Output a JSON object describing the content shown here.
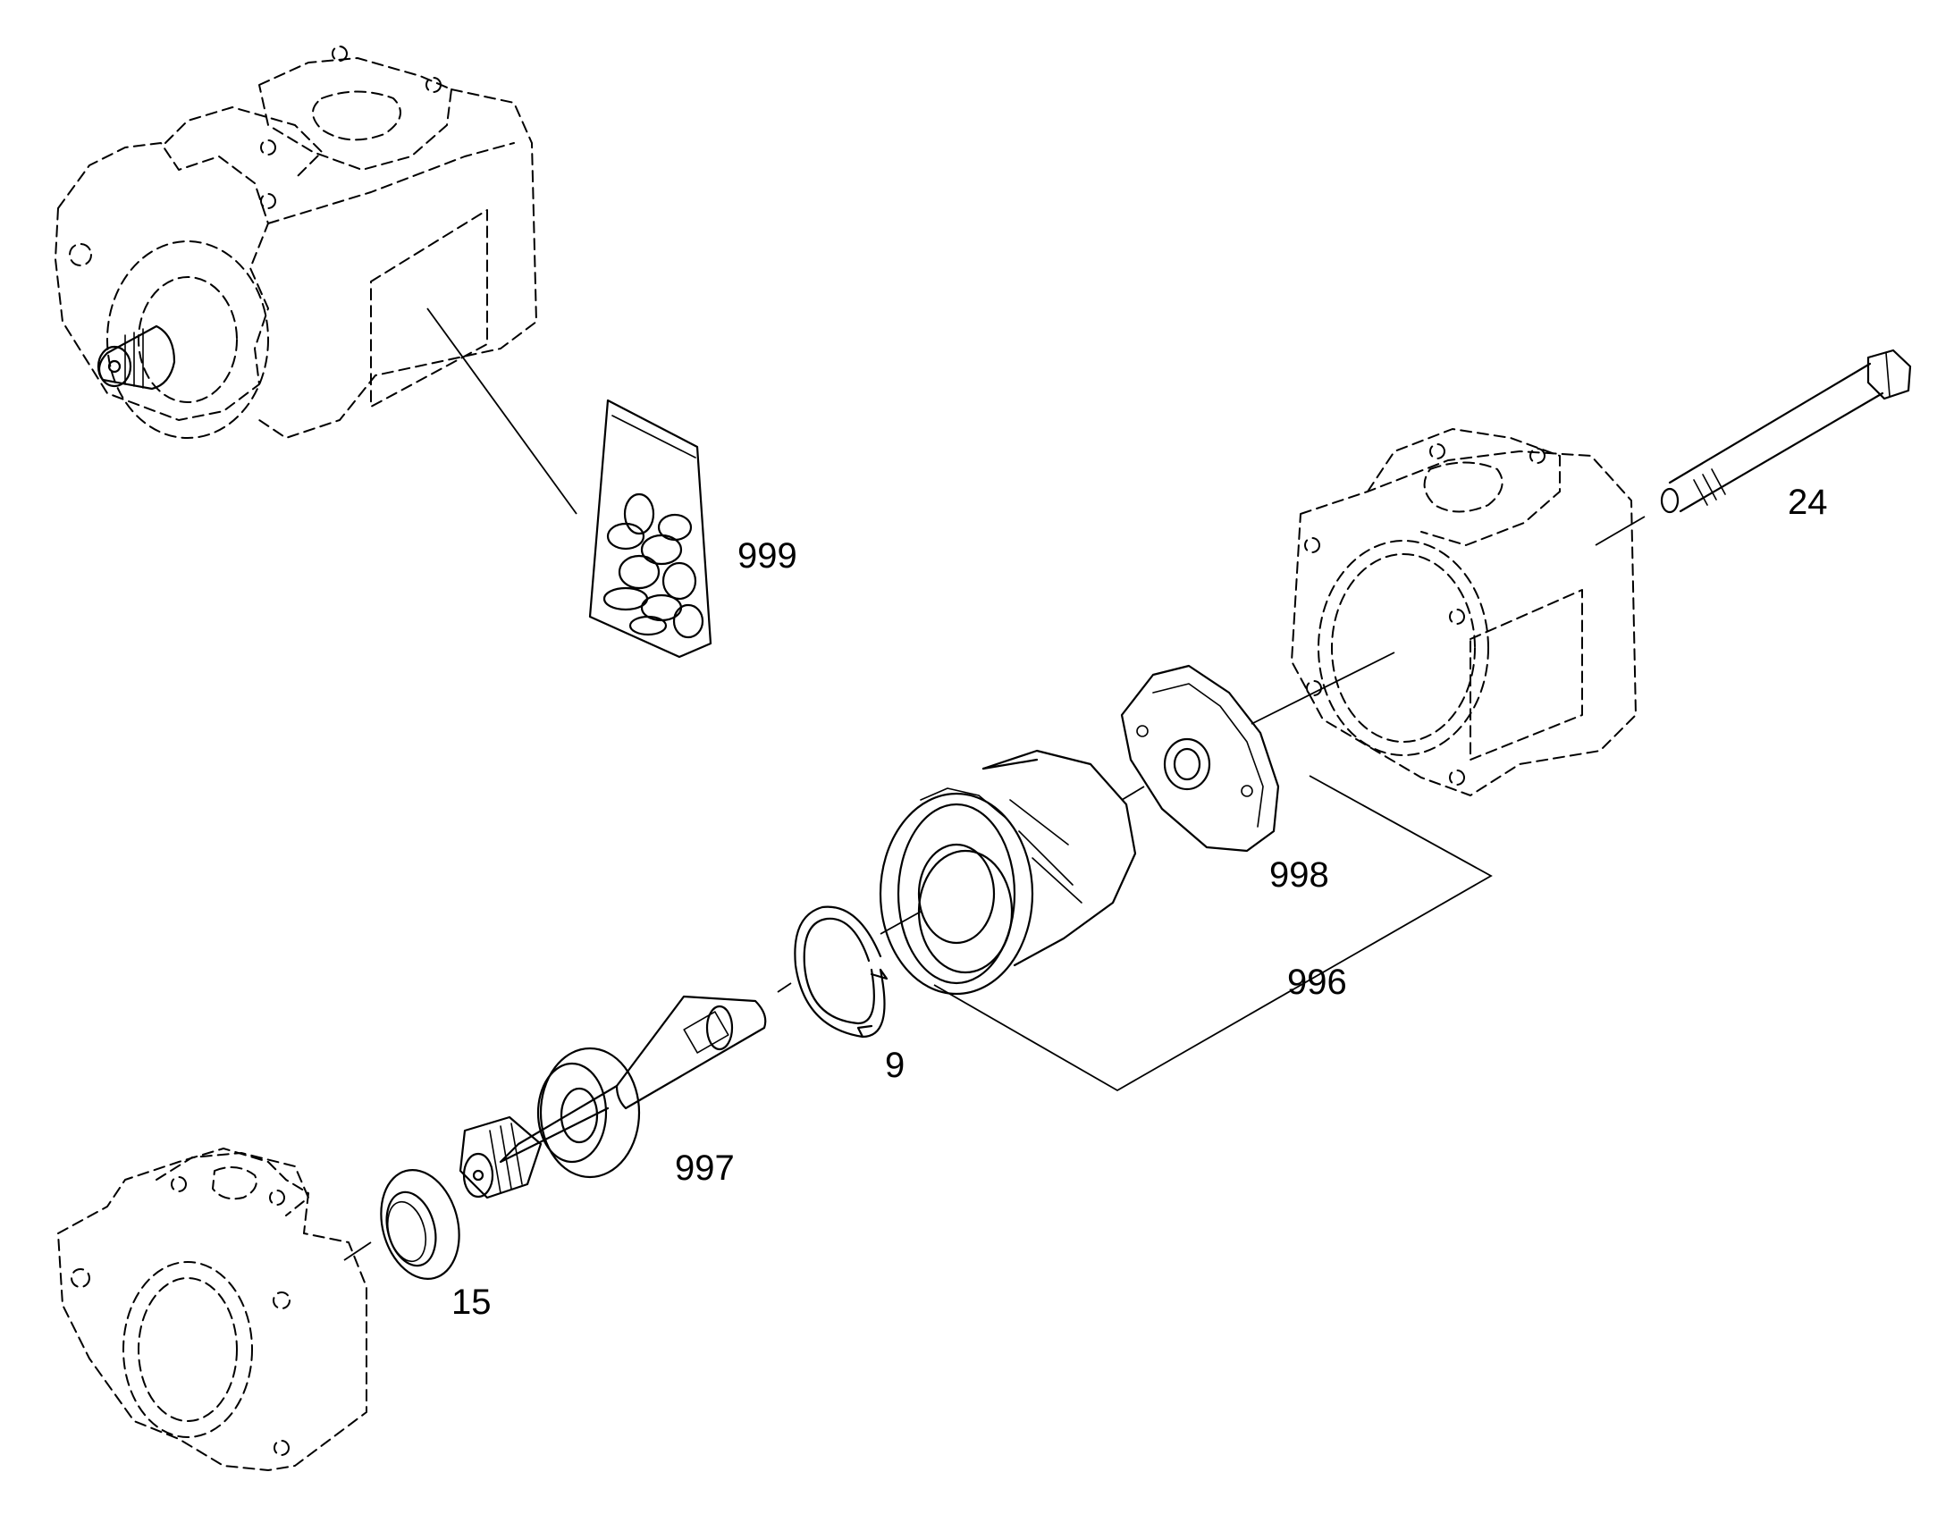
{
  "callouts": {
    "bolt": "24",
    "seal_kit": "999",
    "cover_plate": "998",
    "cartridge": "996",
    "snap_ring": "9",
    "shaft_bearing": "997",
    "shaft_seal": "15"
  },
  "style": {
    "line_color": "#000000",
    "background": "#ffffff"
  }
}
